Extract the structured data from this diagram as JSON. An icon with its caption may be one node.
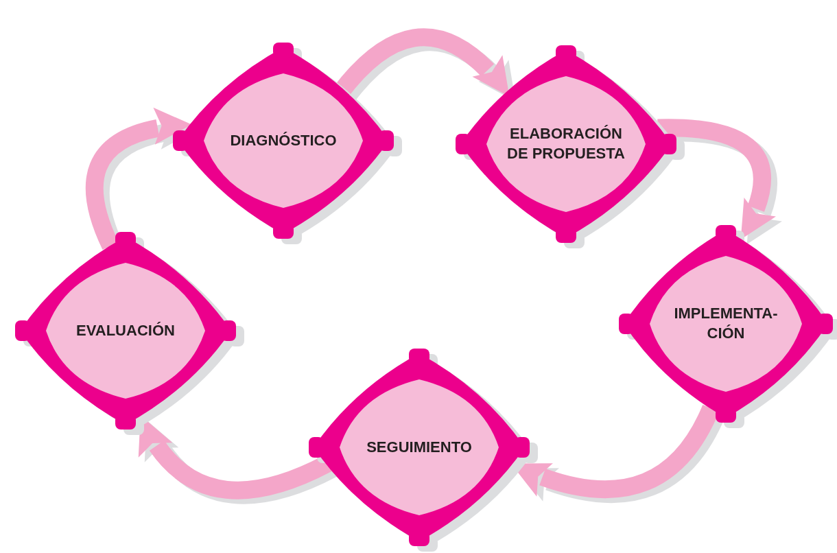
{
  "diagram": {
    "nodes": [
      {
        "text": [
          "DIAGNÓSTICO"
        ]
      },
      {
        "text": [
          "ELABORACIÓN DE PROPUESTA"
        ]
      },
      {
        "text": [
          "IMPLEMENTA- CIÓN"
        ]
      },
      {
        "text": [
          "SEGUIMIENTO"
        ]
      },
      {
        "text": [
          "EVALUACIÓN"
        ]
      }
    ],
    "edges": [
      {
        "from": 0,
        "to": 1,
        "arrow": "to"
      },
      {
        "from": 1,
        "to": 2,
        "arrow": "to"
      },
      {
        "from": 2,
        "to": 3,
        "arrow": "to"
      },
      {
        "from": 3,
        "to": 4,
        "arrow": "to"
      },
      {
        "from": 4,
        "to": 0,
        "arrow": "to"
      }
    ]
  }
}
